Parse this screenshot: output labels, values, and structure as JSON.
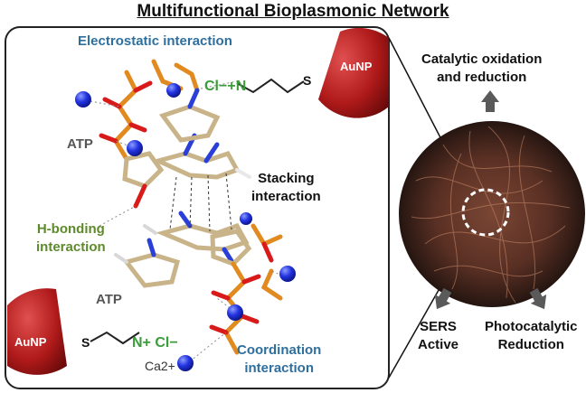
{
  "title": "Multifunctional Bioplasmonic Network",
  "labels": {
    "electrostatic": "Electrostatic interaction",
    "stacking": "Stacking\ninteraction",
    "hbonding": "H-bonding\ninteraction",
    "coordination": "Coordination\ninteraction",
    "atp_top": "ATP",
    "atp_bottom": "ATP",
    "aunp_top": "AuNP",
    "aunp_bottom": "AuNP",
    "cl_top": "Cl−+N",
    "nplus_bottom": "N+ Cl−",
    "s_top": "S",
    "s_bottom": "S",
    "ca": "Ca2+"
  },
  "side": {
    "catalytic": "Catalytic oxidation\nand reduction",
    "sers": "SERS\nActive",
    "photocatalytic": "Photocatalytic\nReduction"
  },
  "colors": {
    "aunp": "#b01a1a",
    "ion": "#1e2fd4",
    "arrow": "#5a5a5a",
    "electrostatic": "#2e6f9e",
    "hbonding": "#5d8a2a"
  }
}
